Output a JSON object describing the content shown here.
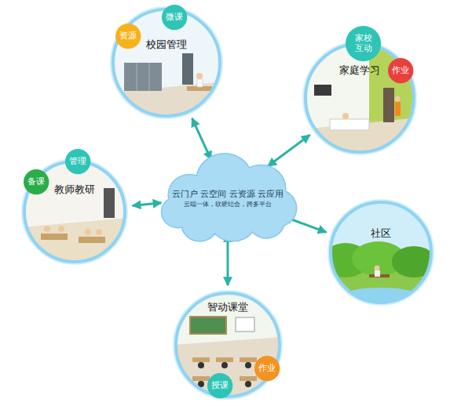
{
  "diagram": {
    "nodes": [
      {
        "text": [
          "校园管理"
        ]
      },
      {
        "text": [
          "资源"
        ]
      },
      {
        "text": [
          "微课"
        ]
      },
      {
        "text": [
          "家庭学习"
        ]
      },
      {
        "text": [
          "家校 互动"
        ]
      },
      {
        "text": [
          "作业"
        ]
      },
      {
        "text": [
          "云门户 云空间 云资源 云应用",
          "云端一体，软硬结合，跨多平台"
        ]
      },
      {
        "text": [
          "教师教研"
        ]
      },
      {
        "text": [
          "备课"
        ]
      },
      {
        "text": [
          "管理"
        ]
      },
      {
        "text": [
          "社区"
        ]
      },
      {
        "text": [
          "智动课堂"
        ]
      },
      {
        "text": [
          "作业"
        ]
      },
      {
        "text": [
          "授课"
        ]
      }
    ],
    "edges": [
      {
        "from": 6,
        "to": 0,
        "arrow": "both"
      },
      {
        "from": 6,
        "to": 3,
        "arrow": "both"
      },
      {
        "from": 6,
        "to": 7,
        "arrow": "both"
      },
      {
        "from": 6,
        "to": 10,
        "arrow": "both"
      },
      {
        "from": 6,
        "to": 11,
        "arrow": "both"
      }
    ]
  }
}
